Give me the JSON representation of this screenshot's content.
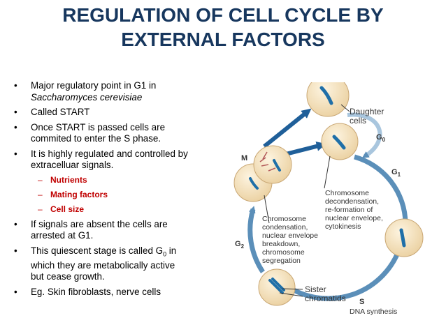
{
  "title_line1": "REGULATION OF CELL CYCLE BY",
  "title_line2": "EXTERNAL FACTORS",
  "bullet_symbol": "•",
  "dash_symbol": "–",
  "b1_line1": "Major regulatory point in G1 in",
  "b1_line2": "Saccharomyces cerevisiae",
  "b2": "Called START",
  "b3_line1": "Once START is passed cells are",
  "b3_line2": "commited to enter the S phase.",
  "b4_line1": "It is highly regulated and controlled by",
  "b4_line2": "extracelluar signals.",
  "sub1": "Nutrients",
  "sub2": "Mating factors",
  "sub3": "Cell size",
  "b5_line1": "If signals are absent the cells are",
  "b5_line2": "arrested at G1.",
  "b6_pre": "This quiescent stage is called G",
  "b6_sub": "0",
  "b6_post": " in",
  "b6_line2": "which they are metabolically active",
  "b6_line3": "but cease growth.",
  "b7": "Eg. Skin fibroblasts, nerve cells",
  "diagram": {
    "daughter1": "Daughter",
    "daughter2": "cells",
    "g0_main": "G",
    "g0_sub": "0",
    "g1_main": "G",
    "g1_sub": "1",
    "m": "M",
    "g2_main": "G",
    "g2_sub": "2",
    "s": "S",
    "dna": "DNA synthesis",
    "cd1": "Chromosome",
    "cd2": "decondensation,",
    "cd3": "re-formation of",
    "cd4": "nuclear envelope,",
    "cd5": "cytokinesis",
    "cc1": "Chromosome",
    "cc2": "condensation,",
    "cc3": "nuclear envelope",
    "cc4": "breakdown,",
    "cc5": "chromosome",
    "cc6": "segregation",
    "sc1": "Sister",
    "sc2": "chromatids",
    "colors": {
      "title": "#17375e",
      "sub_bullets": "#c00000",
      "cycle": "#5b8fb9",
      "cell_fill": "#f7e7c6",
      "chromosome": "#1f6fa8"
    }
  }
}
